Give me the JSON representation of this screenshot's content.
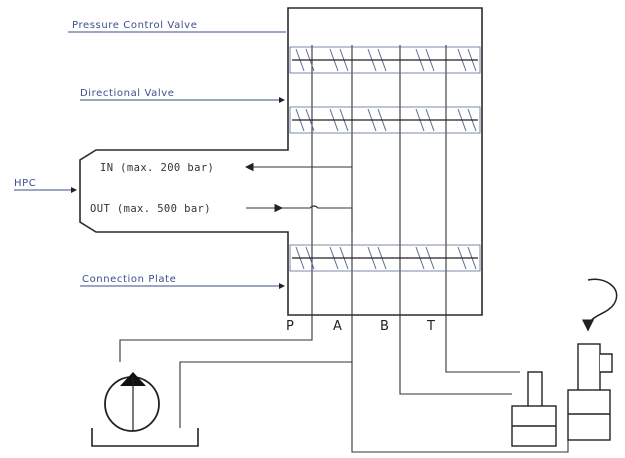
{
  "labels": {
    "pressure_control_valve": "Pressure Control Valve",
    "directional_valve": "Directional Valve",
    "connection_plate": "Connection Plate",
    "hpc": "HPC",
    "in_port": "IN (max. 200 bar)",
    "out_port": "OUT (max. 500 bar)"
  },
  "ports": [
    "P",
    "A",
    "B",
    "T"
  ],
  "icons": [
    "pump-icon",
    "cylinder-icon",
    "arrow-icon"
  ],
  "colors": {
    "line": "#2b2b2b",
    "label_blue": "#3b4f8a",
    "valve_hatch": "#5a6c9a"
  }
}
